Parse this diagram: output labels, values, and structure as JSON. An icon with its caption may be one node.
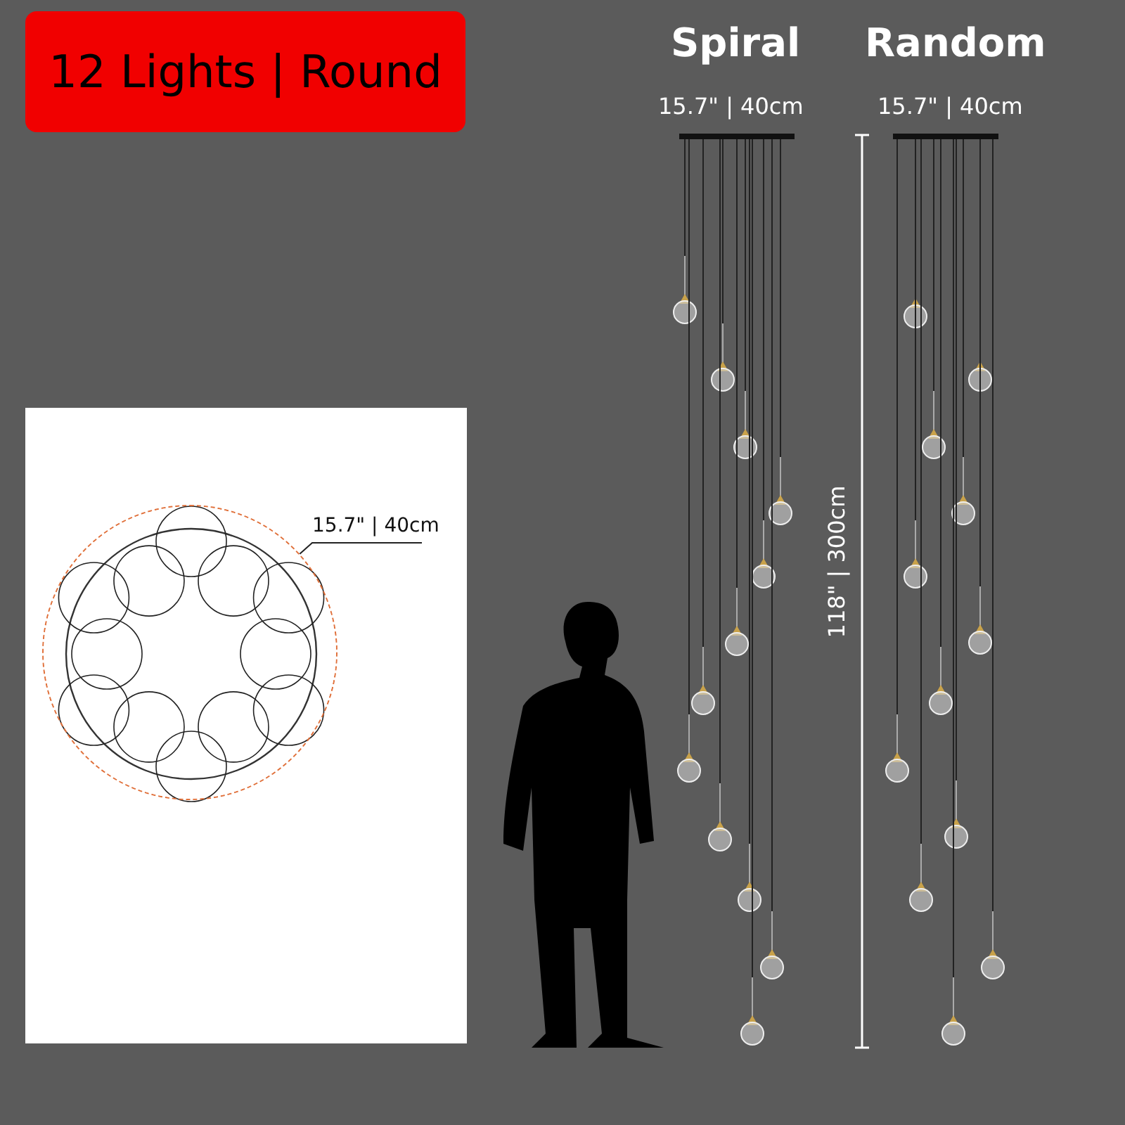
{
  "diagram": {
    "title": "12 Lights | Round",
    "nodes": [
      {
        "text": [
          "15.7\" | 40cm"
        ]
      },
      {
        "text": [],
        "shape": "circle"
      },
      {
        "text": [],
        "shape": "person"
      }
    ],
    "edges": [
      {
        "from": 0,
        "to": 1,
        "arrow": "none"
      }
    ],
    "labels": [
      "Spiral",
      "Random",
      "15.7\" | 40cm",
      "15.7\" | 40cm",
      "118\" | 300cm"
    ]
  }
}
